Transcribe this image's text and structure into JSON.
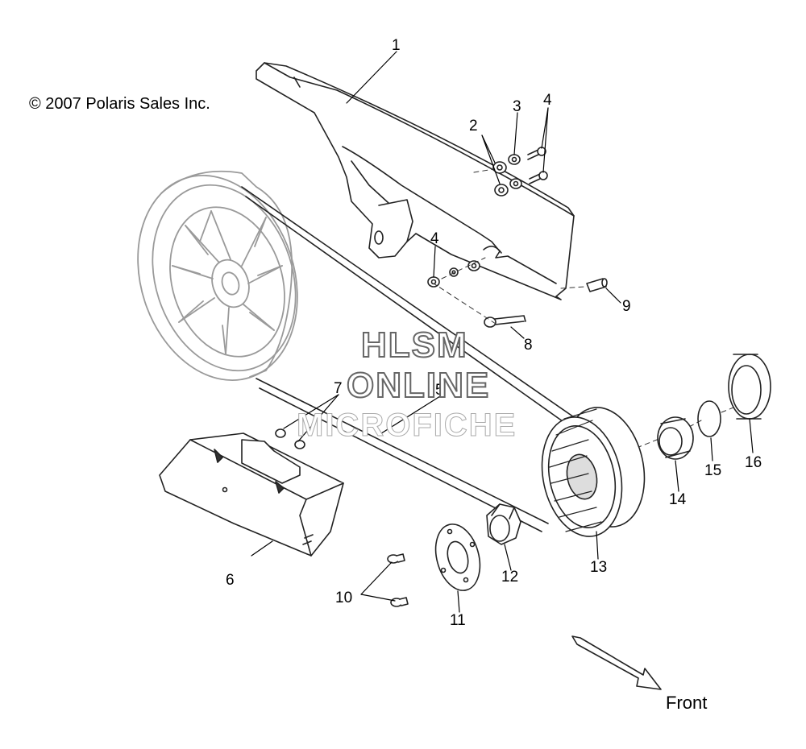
{
  "copyright": "© 2007 Polaris Sales Inc.",
  "watermark": {
    "line1": "HLSM",
    "line2": "ONLINE",
    "line3": "MICROFICHE"
  },
  "direction_label": "Front",
  "callouts": [
    "1",
    "2",
    "3",
    "4",
    "4",
    "5",
    "6",
    "7",
    "8",
    "9",
    "10",
    "11",
    "12",
    "13",
    "14",
    "15",
    "16"
  ]
}
